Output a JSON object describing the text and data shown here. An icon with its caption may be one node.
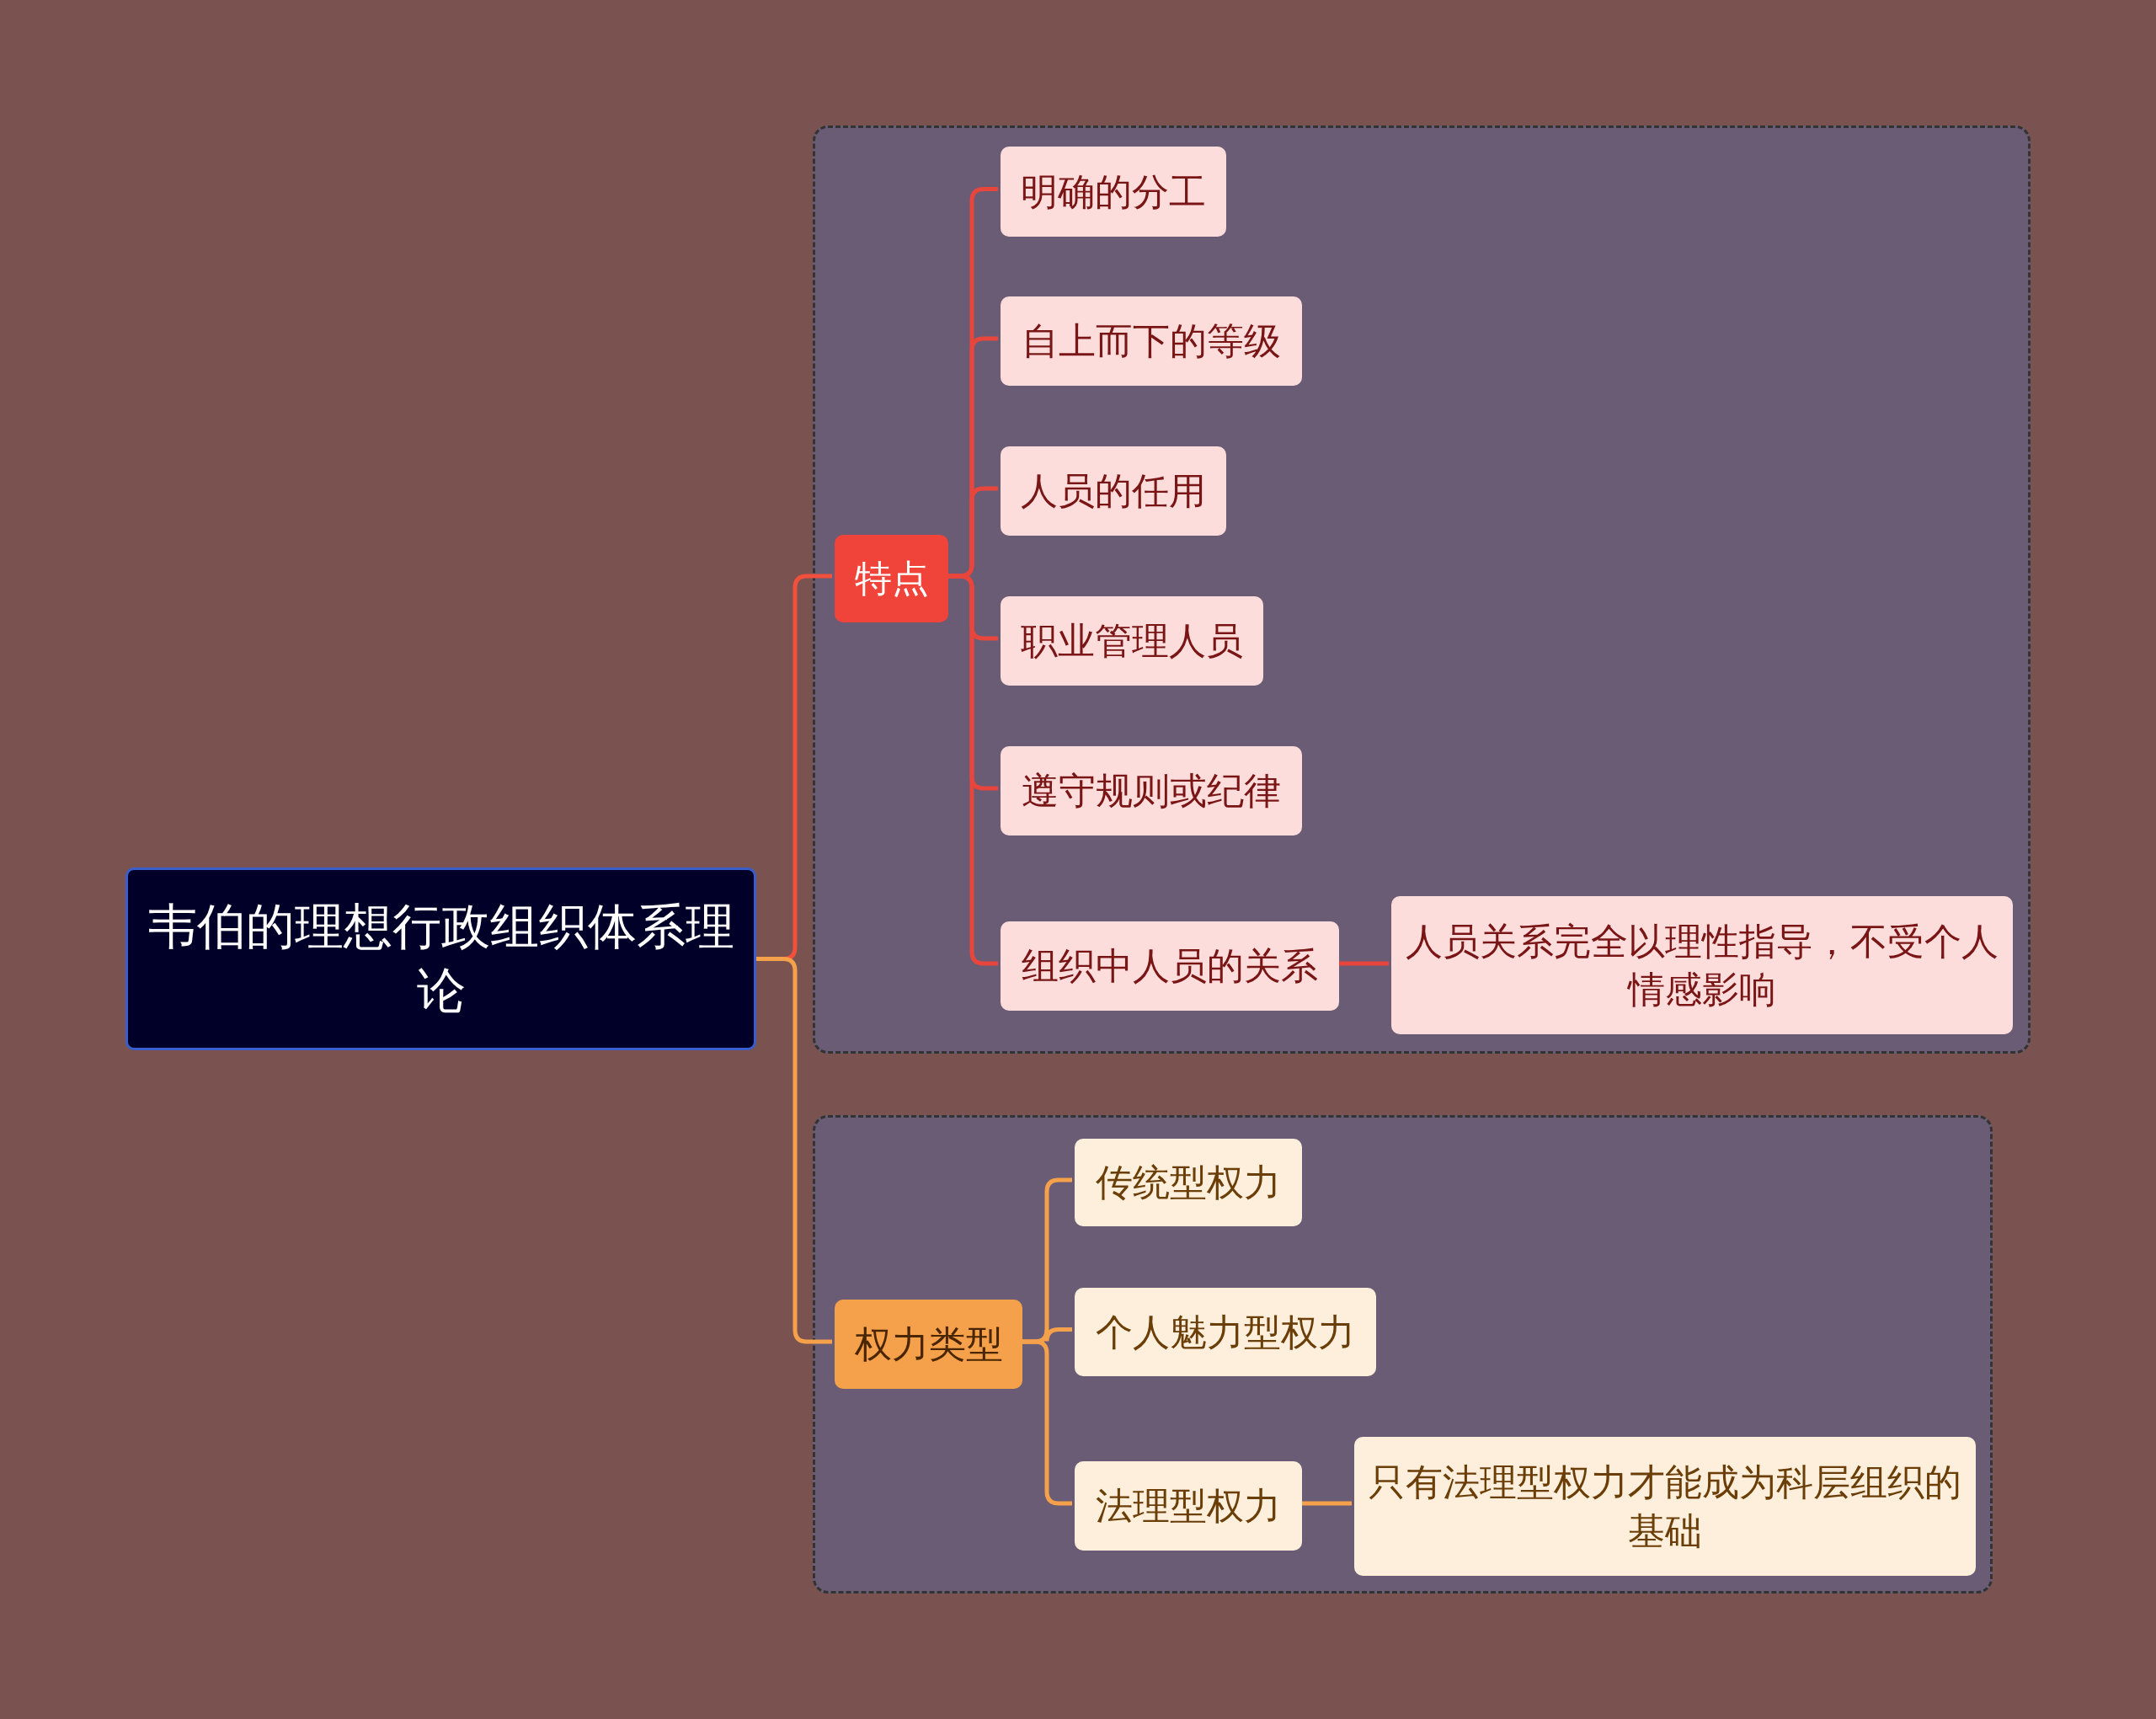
{
  "diagram": {
    "nodes": [
      {
        "text": [
          "韦伯的理想行政组织体系理论"
        ]
      },
      {
        "text": [],
        "shape": "box"
      },
      {
        "text": [
          "特点"
        ],
        "in": 1
      },
      {
        "text": [
          "明确的分工"
        ],
        "in": 1
      },
      {
        "text": [
          "自上而下的等级"
        ],
        "in": 1
      },
      {
        "text": [
          "人员的任用"
        ],
        "in": 1
      },
      {
        "text": [
          "职业管理人员"
        ],
        "in": 1
      },
      {
        "text": [
          "遵守规则或纪律"
        ],
        "in": 1
      },
      {
        "text": [
          "组织中人员的关系"
        ],
        "in": 1
      },
      {
        "text": [
          "人员关系完全以理性指导，不受个人情感影响"
        ],
        "in": 1
      },
      {
        "text": [],
        "shape": "box"
      },
      {
        "text": [
          "权力类型"
        ],
        "in": 10
      },
      {
        "text": [
          "传统型权力"
        ],
        "in": 10
      },
      {
        "text": [
          "个人魅力型权力"
        ],
        "in": 10
      },
      {
        "text": [
          "法理型权力"
        ],
        "in": 10
      },
      {
        "text": [
          "只有法理型权力才能成为科层组织的基础"
        ],
        "in": 10
      }
    ],
    "edges": [
      {
        "from": 0,
        "to": 2,
        "arrow": "none",
        "color": "#f0503c"
      },
      {
        "from": 0,
        "to": 11,
        "arrow": "none",
        "color": "#f5a04a"
      },
      {
        "from": 2,
        "to": 3,
        "arrow": "none",
        "color": "#e8453c"
      },
      {
        "from": 2,
        "to": 4,
        "arrow": "none",
        "color": "#e8453c"
      },
      {
        "from": 2,
        "to": 5,
        "arrow": "none",
        "color": "#e8453c"
      },
      {
        "from": 2,
        "to": 6,
        "arrow": "none",
        "color": "#e8453c"
      },
      {
        "from": 2,
        "to": 7,
        "arrow": "none",
        "color": "#e8453c"
      },
      {
        "from": 2,
        "to": 8,
        "arrow": "none",
        "color": "#e8453c"
      },
      {
        "from": 8,
        "to": 9,
        "arrow": "none",
        "color": "#e8453c"
      },
      {
        "from": 11,
        "to": 12,
        "arrow": "none",
        "color": "#f5a04a"
      },
      {
        "from": 11,
        "to": 13,
        "arrow": "none",
        "color": "#f5a04a"
      },
      {
        "from": 11,
        "to": 14,
        "arrow": "none",
        "color": "#f5a04a"
      },
      {
        "from": 14,
        "to": 15,
        "arrow": "none",
        "color": "#f5a04a"
      }
    ]
  }
}
